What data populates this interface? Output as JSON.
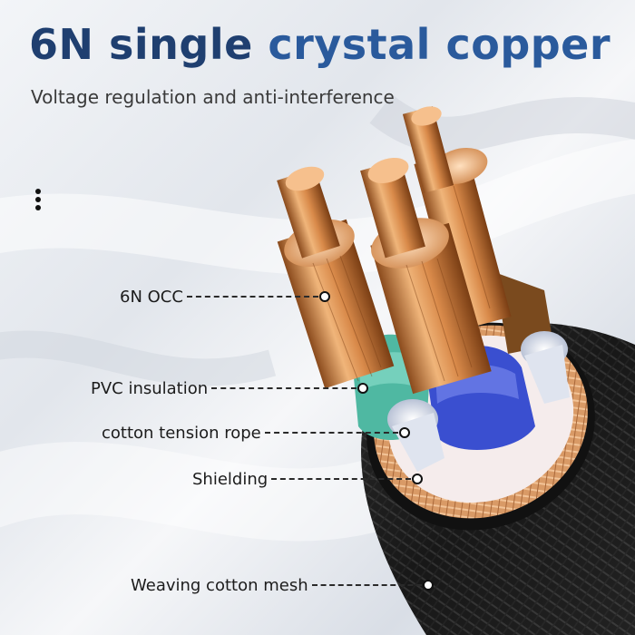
{
  "heading": {
    "line1": "6N single",
    "line2": "crystal copper",
    "subtitle": "Voltage regulation and anti-interference"
  },
  "callouts": [
    "6N OCC",
    "PVC insulation",
    "cotton tension rope",
    "Shielding",
    "Weaving cotton mesh"
  ],
  "palette": {
    "title_dark": "#1f3f70",
    "title_blue": "#2a5a9c",
    "copper": "#d98a4a",
    "teal_insulation": "#4fb8a2",
    "blue_insulation": "#3a4fd0",
    "brown_insulation": "#7a4a1e",
    "outer_jacket": "#1a1a1a"
  }
}
